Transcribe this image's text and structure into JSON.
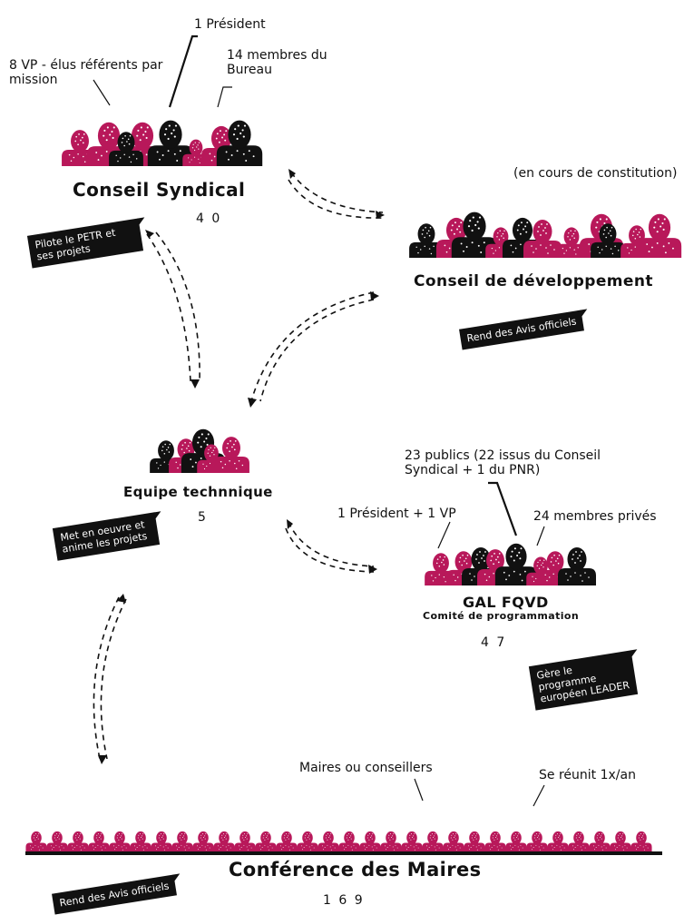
{
  "colors": {
    "accent": "#b8185a",
    "ink": "#111111",
    "background": "#ffffff"
  },
  "conseil_syndical": {
    "title": "Conseil Syndical",
    "count": "4 0",
    "ann_vp": "8 VP -  élus référents par mission",
    "ann_president": "1 Président",
    "ann_bureau": "14 membres du Bureau",
    "tag": "Pilote le PETR et ses projets"
  },
  "conseil_dev": {
    "note": "(en cours de constitution)",
    "title": "Conseil de développement",
    "tag": "Rend des Avis officiels"
  },
  "equipe": {
    "title": "Equipe technnique",
    "count": "5",
    "tag": "Met en oeuvre et anime les projets"
  },
  "gal": {
    "ann_publics": "23 publics (22 issus du Conseil Syndical + 1 du PNR)",
    "ann_president": "1 Président + 1 VP",
    "ann_prives": "24 membres privés",
    "title": "GAL FQVD",
    "subtitle": "Comité de programmation",
    "count": "4 7",
    "tag": "Gère le programme européen LEADER"
  },
  "conference": {
    "ann_maires": "Maires ou conseillers",
    "ann_reunit": "Se réunit 1x/an",
    "title": "Conférence des Maires",
    "count": "1 6 9",
    "tag": "Rend des Avis officiels"
  }
}
